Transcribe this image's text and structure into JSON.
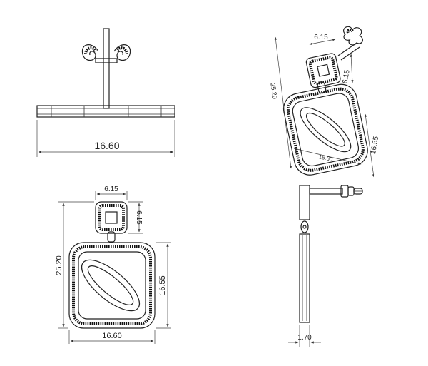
{
  "drawing": {
    "front_view": {
      "overall_width": "16.60"
    },
    "iso_view": {
      "top_width": "6.15",
      "top_height": "6.15",
      "overall_height": "25.20",
      "frame_height": "16.55",
      "frame_width": "16.60"
    },
    "plan_view": {
      "top_width": "6.15",
      "top_height": "6.15",
      "overall_height": "25.20",
      "frame_height": "16.55",
      "frame_width": "16.60"
    },
    "side_view": {
      "thickness": "1.70"
    }
  }
}
